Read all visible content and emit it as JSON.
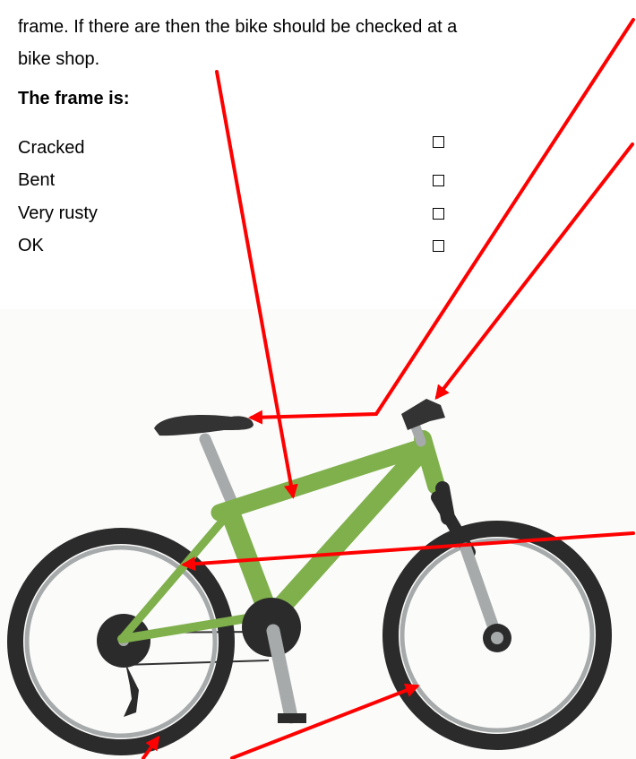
{
  "document": {
    "paragraph_lines": [
      "frame. If there are then the bike should be checked at a",
      "bike shop."
    ],
    "checklist_heading": "The frame is:",
    "options": [
      "Cracked",
      "Bent",
      "Very rusty",
      "OK"
    ]
  },
  "colors": {
    "arrow": "#ff0000",
    "frame": "#7fb04c",
    "tire": "#2b2b2b",
    "rim": "#a7aaab",
    "seat": "#333333"
  }
}
